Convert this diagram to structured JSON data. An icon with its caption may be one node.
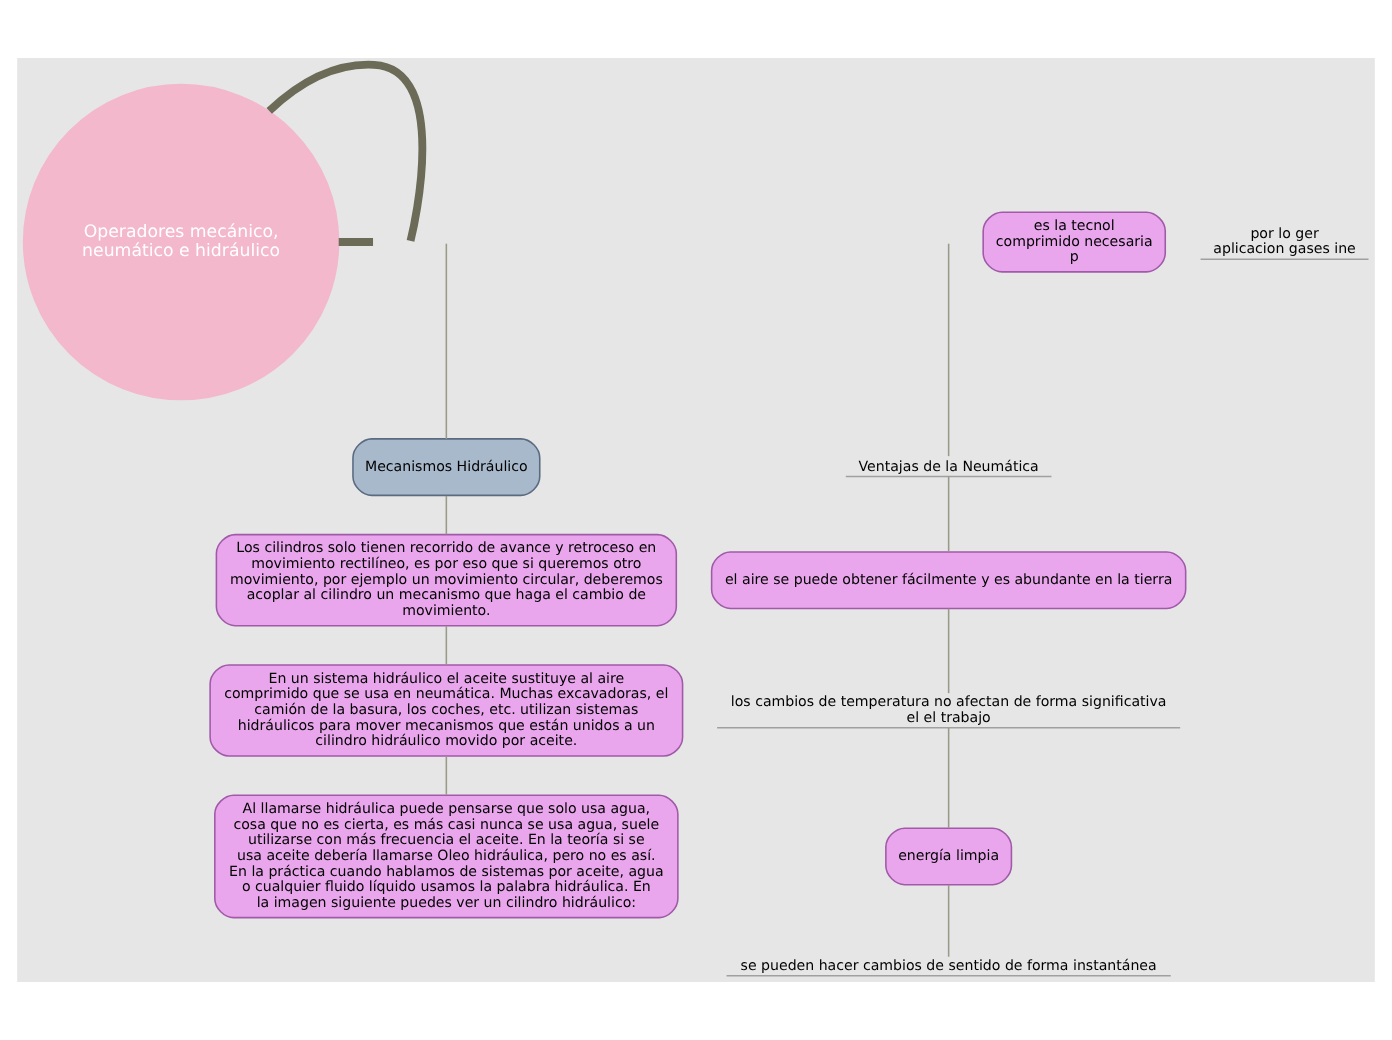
{
  "diagram": {
    "nodes": [
      {
        "text": [
          "Operadores mecánico, neumático e hidráulico"
        ]
      },
      {
        "text": [
          "Mecanismos Hidráulico"
        ]
      },
      {
        "text": [
          "Los cilindros solo tienen recorrido de avance y retroceso en movimiento rectilíneo, es por eso que si queremos otro movimiento, por ejemplo un movimiento circular, deberemos acoplar al cilindro un mecanismo que haga el cambio de movimiento."
        ]
      },
      {
        "text": [
          "En un sistema hidráulico el aceite sustituye al aire comprimido que se usa en neumática. Muchas excavadoras, el camión de la basura, los coches, etc. utilizan sistemas hidráulicos para mover mecanismos que están unidos a un cilindro hidráulico movido por aceite."
        ]
      },
      {
        "text": [
          "Al llamarse hidráulica puede pensarse que solo usa agua, cosa que no es cierta, es más casi nunca se usa agua, suele utilizarse con más frecuencia el aceite. En la teoría si se usa aceite debería llamarse Oleo hidráulica, pero no es así. En la práctica cuando hablamos de sistemas por aceite, agua o cualquier fluido líquido usamos la palabra hidráulica. En la imagen siguiente puedes ver un cilindro hidráulico:"
        ]
      },
      {
        "text": [
          "Ventajas de la Neumática"
        ]
      },
      {
        "text": [
          "el aire se puede obtener fácilmente y es abundante en la tierra"
        ]
      },
      {
        "text": [
          "los cambios de temperatura no afectan de forma significativa el el trabajo"
        ]
      },
      {
        "text": [
          "energía limpia"
        ]
      },
      {
        "text": [
          "se pueden hacer cambios de sentido de forma instantánea"
        ]
      },
      {
        "text": [
          "es la tecnol comprimido necesaria p"
        ]
      },
      {
        "text": [
          "por lo ger aplicacion gases ine"
        ]
      }
    ],
    "edges": [
      {
        "from": 0,
        "to": null,
        "arrow": "none",
        "style": "thick"
      },
      {
        "from": 0,
        "to": null,
        "arrow": "none",
        "style": "thick"
      },
      {
        "from": null,
        "to": 1,
        "arrow": "none"
      },
      {
        "from": 1,
        "to": 2,
        "arrow": "none"
      },
      {
        "from": 2,
        "to": 3,
        "arrow": "none"
      },
      {
        "from": 3,
        "to": 4,
        "arrow": "none"
      },
      {
        "from": null,
        "to": 5,
        "arrow": "none"
      },
      {
        "from": 5,
        "to": 6,
        "arrow": "none"
      },
      {
        "from": 6,
        "to": 7,
        "arrow": "none"
      },
      {
        "from": 7,
        "to": 8,
        "arrow": "none"
      },
      {
        "from": 8,
        "to": 9,
        "arrow": "none"
      }
    ]
  }
}
